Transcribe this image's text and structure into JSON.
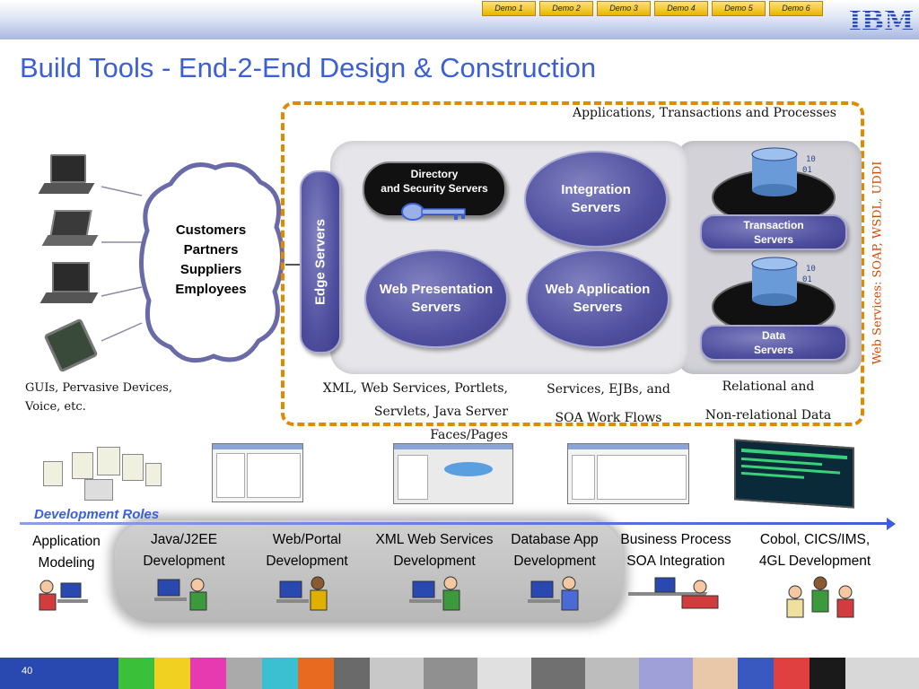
{
  "header": {
    "demo_tabs": [
      "Demo 1",
      "Demo 2",
      "Demo 3",
      "Demo 4",
      "Demo 5",
      "Demo 6"
    ],
    "logo_text": "IBM"
  },
  "title": "Build Tools - End-2-End Design & Construction",
  "diagram": {
    "top_label": "Applications, Transactions and Processes",
    "cloud_lines": [
      "Customers",
      "Partners",
      "Suppliers",
      "Employees"
    ],
    "devices_caption_lines": [
      "GUIs, Pervasive Devices,",
      "Voice, etc."
    ],
    "edge_servers": "Edge Servers",
    "directory_lines": [
      "Directory",
      "and Security Servers"
    ],
    "integration_lines": [
      "Integration",
      "Servers"
    ],
    "web_presentation_lines": [
      "Web Presentation",
      "Servers"
    ],
    "web_application_lines": [
      "Web Application",
      "Servers"
    ],
    "transaction_lines": [
      "Transaction",
      "Servers"
    ],
    "data_lines": [
      "Data",
      "Servers"
    ],
    "web_services_vertical": "Web Services: SOAP, WSDL, UDDI",
    "caption_presentation_lines": [
      "XML, Web Services, Portlets,",
      "Servlets, Java Server",
      "Faces/Pages"
    ],
    "caption_application_lines": [
      "Services, EJBs, and",
      "SOA Work Flows"
    ],
    "caption_data_lines": [
      "Relational and",
      "Non-relational Data"
    ]
  },
  "roles_section": {
    "label": "Development Roles",
    "roles": [
      {
        "line1": "Application",
        "line2": "Modeling"
      },
      {
        "line1": "Java/J2EE",
        "line2": "Development"
      },
      {
        "line1": "Web/Portal",
        "line2": "Development"
      },
      {
        "line1": "XML Web Services",
        "line2": "Development"
      },
      {
        "line1": "Database App",
        "line2": "Development"
      },
      {
        "line1": "Business Process",
        "line2": "SOA Integration"
      },
      {
        "line1": "Cobol, CICS/IMS,",
        "line2": "4GL Development"
      }
    ]
  },
  "footer": {
    "page_number": "40"
  },
  "colors": {
    "title_blue": "#3c5fd4",
    "dashed_orange": "#e08a00",
    "server_purple": "#5050a0",
    "vertical_label_orange": "#d24a00",
    "footer_blue": "#2a49b0"
  }
}
